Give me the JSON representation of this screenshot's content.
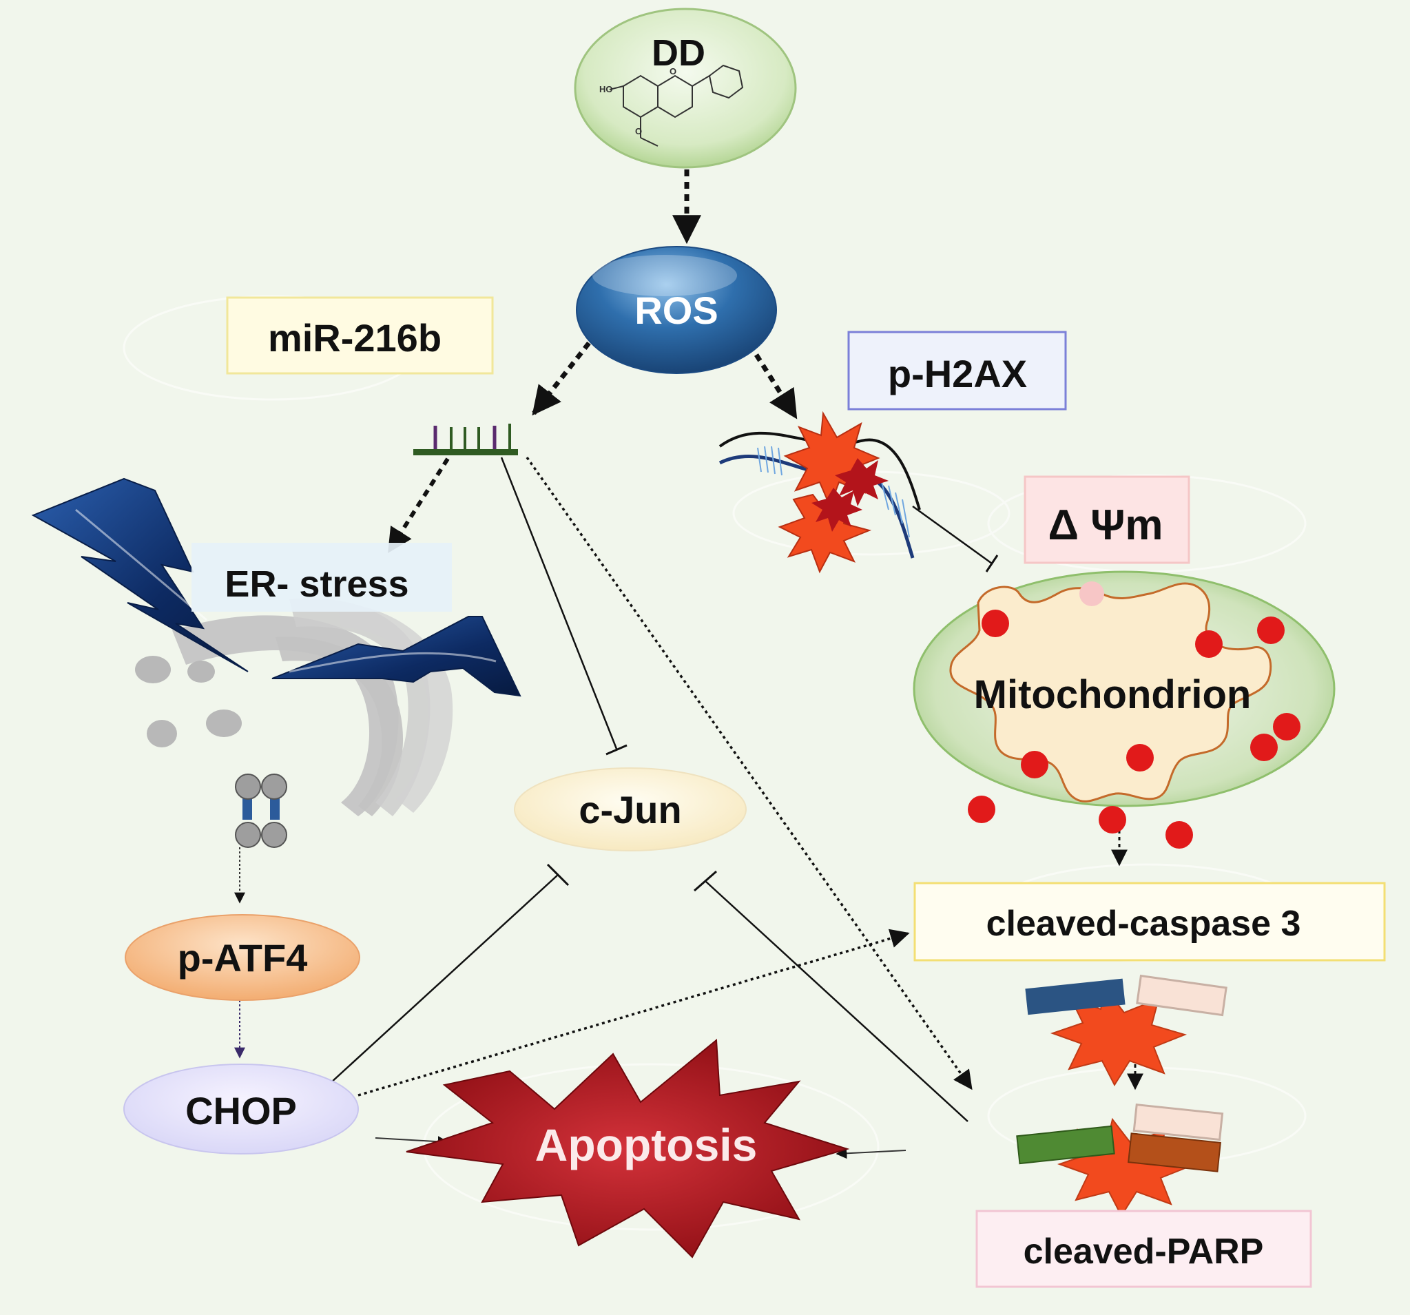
{
  "diagram": {
    "colors": {
      "background": "#f1f6ec",
      "ros": "#2f6fad",
      "dd": "#cfe5b7",
      "apoptosis": "#a8141a",
      "mito_dot": "#e11a1a",
      "er_bolt": "#102a5c"
    },
    "nodes": {
      "dd": "DD",
      "ros": "ROS",
      "mir": "miR-216b",
      "ph2ax": "p-H2AX",
      "dpsi": "Δ Ψm",
      "er_stress": "ER- stress",
      "mitochondrion": "Mitochondrion",
      "cjun": "c-Jun",
      "patf4": "p-ATF4",
      "chop": "CHOP",
      "cleaved_caspase3": "cleaved-caspase 3",
      "apoptosis": "Apoptosis",
      "cleaved_parp": "cleaved-PARP"
    },
    "edges": [
      {
        "from": "DD",
        "to": "ROS",
        "kind": "activation-dashed"
      },
      {
        "from": "ROS",
        "to": "miR-216b",
        "kind": "activation-dashed"
      },
      {
        "from": "ROS",
        "to": "p-H2AX",
        "kind": "activation-dashed"
      },
      {
        "from": "miR-216b",
        "to": "ER- stress",
        "kind": "activation-dashed"
      },
      {
        "from": "miR-216b",
        "to": "c-Jun",
        "kind": "inhibition"
      },
      {
        "from": "miR-216b",
        "to": "cleaved-PARP",
        "kind": "activation-dotted"
      },
      {
        "from": "p-H2AX",
        "to": "Mitochondrion",
        "kind": "inhibition"
      },
      {
        "from": "Mitochondrion",
        "to": "cleaved-caspase 3",
        "kind": "activation-dotted"
      },
      {
        "from": "ER- stress",
        "to": "p-ATF4",
        "kind": "activation-dotted"
      },
      {
        "from": "p-ATF4",
        "to": "CHOP",
        "kind": "activation-dotted"
      },
      {
        "from": "CHOP",
        "to": "c-Jun",
        "kind": "inhibition"
      },
      {
        "from": "CHOP",
        "to": "cleaved-caspase 3",
        "kind": "activation-dotted"
      },
      {
        "from": "CHOP",
        "to": "Apoptosis",
        "kind": "activation"
      },
      {
        "from": "cleaved-PARP",
        "to": "c-Jun",
        "kind": "inhibition"
      },
      {
        "from": "cleaved-caspase 3",
        "to": "cleaved-PARP",
        "kind": "activation-dotted"
      },
      {
        "from": "cleaved-PARP",
        "to": "Apoptosis",
        "kind": "activation"
      }
    ]
  }
}
